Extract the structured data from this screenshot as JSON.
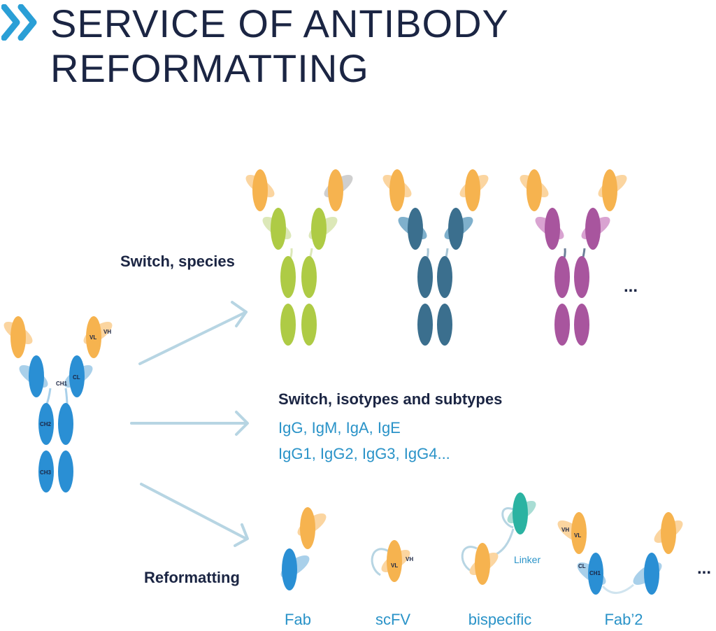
{
  "title": {
    "line1": "SERVICE OF ANTIBODY",
    "line2": "REFORMATTING",
    "chevron_icon": "double-chevron-right",
    "accent_color": "#2a9fd6"
  },
  "source_antibody": {
    "domain_labels": {
      "vl": "VL",
      "vh": "VH",
      "cl": "CL",
      "ch1": "CH1",
      "ch2": "CH2",
      "ch3": "CH3"
    }
  },
  "branches": {
    "species": {
      "label": "Switch, species",
      "more": "..."
    },
    "isotypes": {
      "label": "Switch, isotypes and subtypes",
      "line1": "IgG, IgM, IgA, IgE",
      "line2": "IgG1, IgG2, IgG3, IgG4..."
    },
    "reformatting": {
      "label": "Reformatting",
      "more": "...",
      "formats": [
        {
          "name": "Fab"
        },
        {
          "name": "scFV",
          "labels": {
            "vl": "VL",
            "vh": "VH"
          }
        },
        {
          "name": "bispecific",
          "linker": "Linker"
        },
        {
          "name": "Fab’2",
          "labels": {
            "vh": "VH",
            "vl": "VL",
            "cl": "CL",
            "ch1": "CH1"
          }
        }
      ]
    }
  },
  "colors": {
    "variable": "#f6b34f",
    "variable_light": "#fbd5a0",
    "source_constant": "#2a8fd4",
    "source_constant_light": "#a9d0ea",
    "species_green": "#aecb45",
    "species_teal": "#3b6f8e",
    "species_purple": "#a8559e",
    "linker": "#b7d5e3",
    "title": "#1b2543",
    "text_blue": "#2a93c8"
  }
}
